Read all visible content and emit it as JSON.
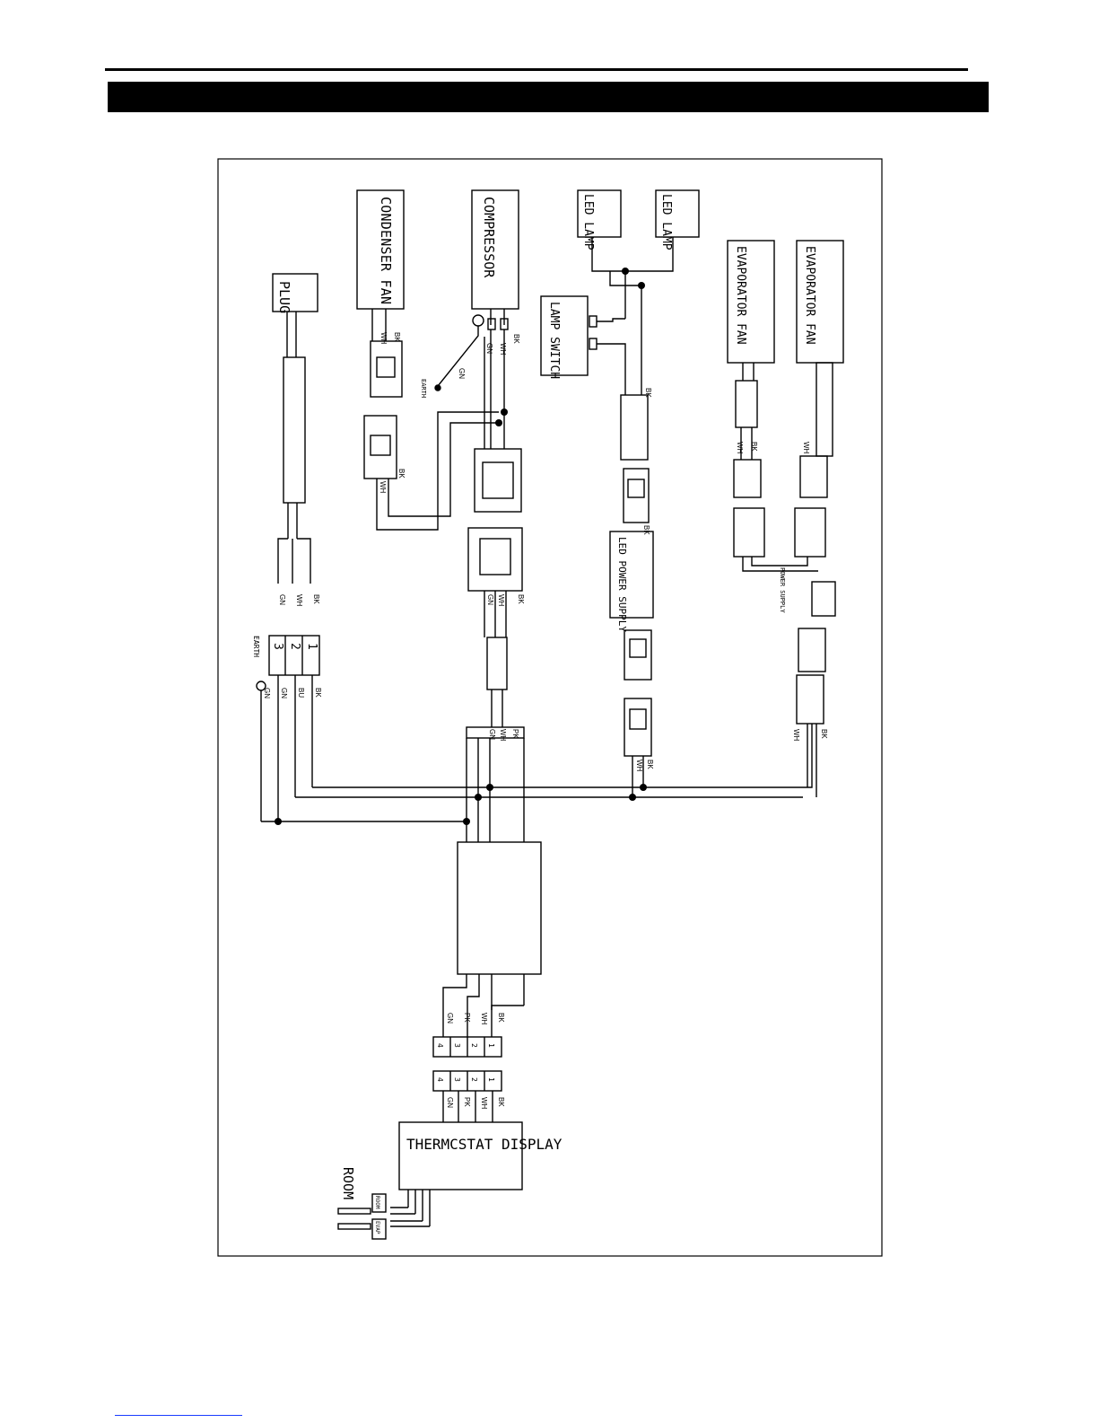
{
  "components": {
    "plug": "PLUG",
    "condenser_fan": "CONDENSER FAN",
    "compressor": "COMPRESSOR",
    "led_lamp_1": "LED LAMP",
    "led_lamp_2": "LED LAMP",
    "lamp_switch": "LAMP SWITCH",
    "evaporator_fan_1": "EVAPORATOR FAN",
    "evaporator_fan_2": "EVAPORATOR FAN",
    "led_power_supply": "LED POWER SUPPLY",
    "power_supply": "POWER SUPPLY",
    "thermostat_display": "THERMCSTAT DISPLAY",
    "room": "ROOM",
    "earth_1": "EARTH",
    "earth_2": "EARTH"
  },
  "sensors": {
    "room": "ROOM",
    "evap": "EVAP"
  },
  "terminal_numbers": [
    "1",
    "2",
    "3"
  ],
  "connector_pins": [
    "1",
    "2",
    "3",
    "4"
  ],
  "wire_codes": {
    "bk": "BK",
    "wh": "WH",
    "gn": "GN",
    "bu": "BU",
    "pk": "PK"
  }
}
